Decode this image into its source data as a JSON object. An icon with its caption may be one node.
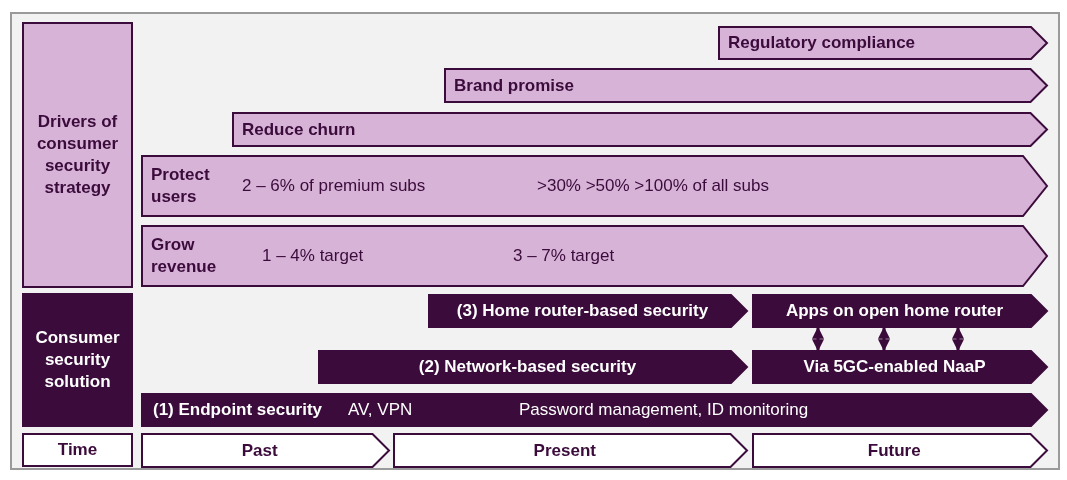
{
  "diagram": {
    "nodes": [
      {
        "text": [
          "Drivers of consumer security strategy"
        ]
      },
      {
        "text": [
          "Regulatory compliance"
        ]
      },
      {
        "text": [
          "Brand promise"
        ]
      },
      {
        "text": [
          "Reduce churn"
        ]
      },
      {
        "text": [
          "Protect users",
          "2 – 6% of premium subs",
          ">30% >50% >100% of all subs"
        ]
      },
      {
        "text": [
          "Grow revenue",
          "1 – 4% target",
          "3 – 7% target"
        ]
      },
      {
        "text": [
          "Consumer security solution"
        ]
      },
      {
        "text": [
          "(3) Home router-based security"
        ]
      },
      {
        "text": [
          "Apps on open home router"
        ]
      },
      {
        "text": [
          "(2) Network-based security"
        ]
      },
      {
        "text": [
          "Via 5GC-enabled NaaP"
        ]
      },
      {
        "text": [
          "(1) Endpoint security",
          "AV, VPN",
          "Password management, ID monitoring"
        ]
      },
      {
        "text": [
          "Time"
        ]
      },
      {
        "text": [
          "Past"
        ]
      },
      {
        "text": [
          "Present"
        ]
      },
      {
        "text": [
          "Future"
        ]
      }
    ],
    "edges": [
      {
        "from": 8,
        "to": 10,
        "arrow": "both"
      },
      {
        "from": 8,
        "to": 10,
        "arrow": "both"
      },
      {
        "from": 8,
        "to": 10,
        "arrow": "both"
      }
    ]
  }
}
